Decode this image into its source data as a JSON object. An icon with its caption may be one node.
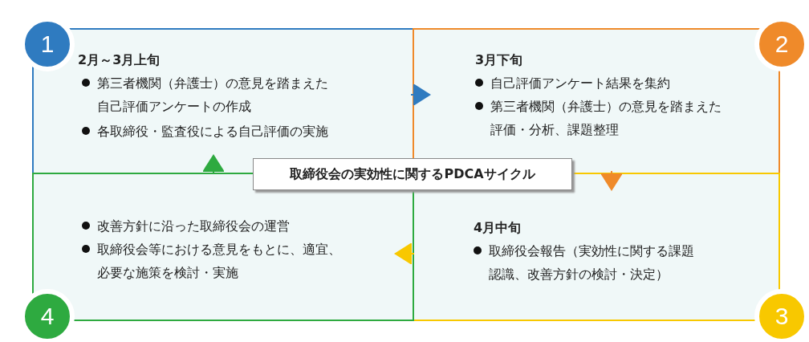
{
  "diagram": {
    "nodes": [
      {
        "text": [
          "1",
          "2月～3月上旬",
          "第三者機関（弁護士）の意見を踏まえた自己評価アンケートの作成",
          "各取締役・監査役による自己評価の実施"
        ]
      },
      {
        "text": [
          "2",
          "3月下旬",
          "自己評価アンケート結果を集約",
          "第三者機関（弁護士）の意見を踏まえた評価・分析、課題整理"
        ]
      },
      {
        "text": [
          "3",
          "4月中旬",
          "取締役会報告（実効性に関する課題認識、改善方針の検討・決定）"
        ]
      },
      {
        "text": [
          "4",
          "改善方針に沿った取締役会の運営",
          "取締役会等における意見をもとに、適宜、必要な施策を検討・実施"
        ]
      },
      {
        "text": [
          "取締役会の実効性に関するPDCAサイクル"
        ]
      }
    ],
    "edges": [
      {
        "from": 0,
        "to": 1,
        "arrow": "to",
        "color": "#2f7bc0"
      },
      {
        "from": 1,
        "to": 2,
        "arrow": "to",
        "color": "#ef8a2a"
      },
      {
        "from": 2,
        "to": 3,
        "arrow": "to",
        "color": "#f8c800"
      },
      {
        "from": 3,
        "to": 0,
        "arrow": "to",
        "color": "#2eaa40"
      }
    ]
  }
}
